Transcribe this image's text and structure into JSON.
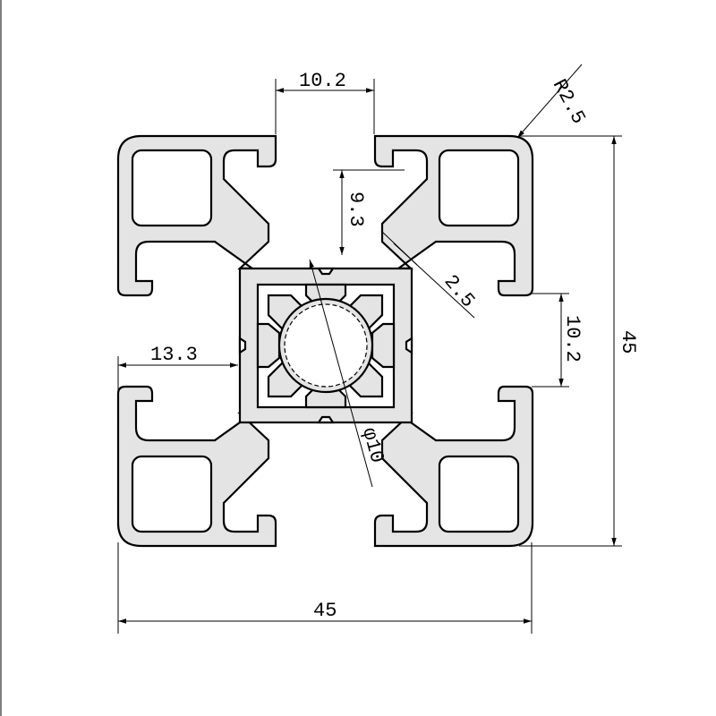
{
  "dimensions": {
    "top_slot_width": "10.2",
    "corner_radius": "R2.5",
    "overall_height": "45",
    "core_offset": "9.3",
    "web_thickness": "2.5",
    "side_slot_width": "10.2",
    "slot_depth": "13.3",
    "center_bore": "φ10",
    "overall_width": "45"
  },
  "colors": {
    "profile_fill": "#e4e4e4",
    "outline": "#000000",
    "background": "#ffffff"
  }
}
